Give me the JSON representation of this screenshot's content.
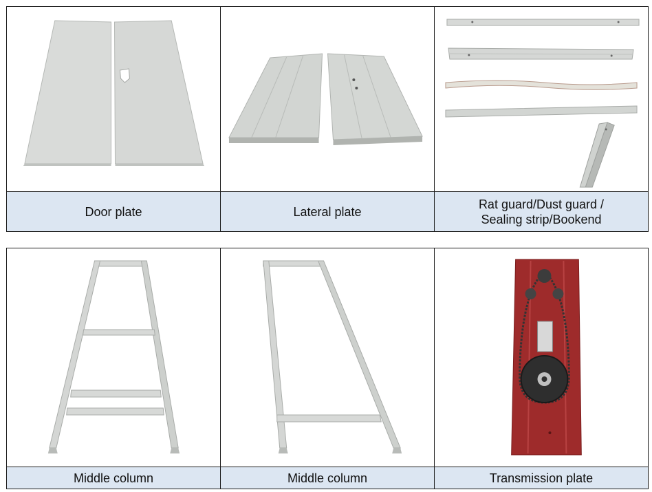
{
  "colors": {
    "label_background": "#dce6f2",
    "border": "#1a1a1a",
    "part_gray": "#d6d8d6",
    "transmission_red": "#9e2b2b"
  },
  "rows": [
    {
      "cells": [
        {
          "label": "Door plate",
          "image": "door-plate-image"
        },
        {
          "label": "Lateral plate",
          "image": "lateral-plate-image"
        },
        {
          "label": "Rat guard/Dust guard /\nSealing strip/Bookend",
          "image": "rat-guard-image"
        }
      ]
    },
    {
      "cells": [
        {
          "label": "Middle column",
          "image": "middle-column-ladder-image"
        },
        {
          "label": "Middle column",
          "image": "middle-column-frame-image"
        },
        {
          "label": "Transmission plate",
          "image": "transmission-plate-image"
        }
      ]
    }
  ]
}
